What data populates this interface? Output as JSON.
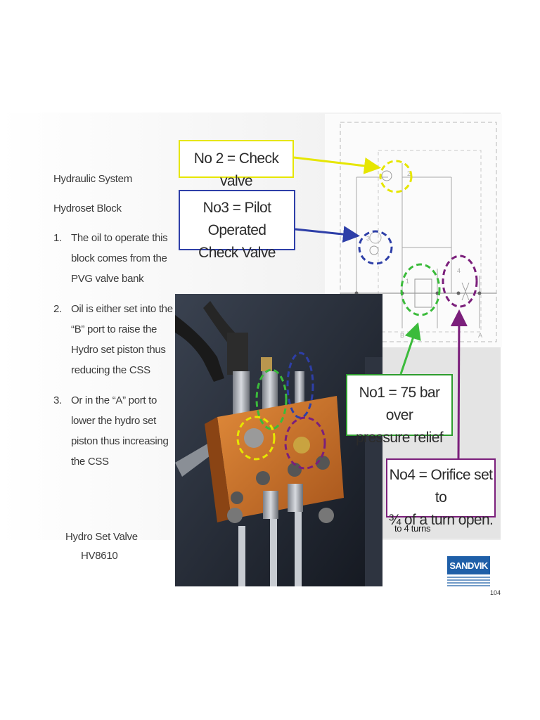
{
  "slide": {
    "heading_system": "Hydraulic System",
    "heading_block": "Hydroset Block",
    "steps": [
      {
        "num": "1.",
        "text": "The oil to operate this block comes from the PVG valve bank"
      },
      {
        "num": "2.",
        "text": "Oil is either set into the “B” port to raise the Hydro set piston thus reducing the CSS"
      },
      {
        "num": "3.",
        "text": "Or in the “A” port to lower the hydro set piston thus increasing the CSS"
      }
    ],
    "valve_caption_line1": "Hydro Set Valve",
    "valve_caption_line2": "HV8610",
    "page_number": "104"
  },
  "callouts": {
    "no2": {
      "line1": "No 2 = Check valve",
      "color": "#e6e600"
    },
    "no3": {
      "line1": "No3 = Pilot Operated",
      "line2": "Check Valve",
      "color": "#2e3fa8"
    },
    "no1": {
      "line1": "No1 = 75 bar over",
      "line2": "pressure relief",
      "color": "#2e9d2e"
    },
    "no4": {
      "line1": "No4 = Orifice set to",
      "line2": "¾ of a turn open.",
      "color": "#7b1f7b"
    },
    "turns_note": "to 4 turns"
  },
  "schematic": {
    "markers": [
      "1",
      "2",
      "3",
      "4"
    ],
    "ports": [
      "B",
      "A"
    ]
  },
  "logo": {
    "text": "SANDVIK",
    "color": "#1f5fa8"
  }
}
